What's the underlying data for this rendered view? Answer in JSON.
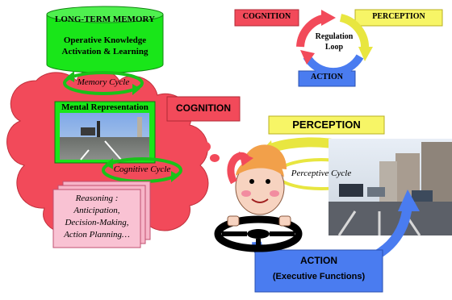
{
  "long_term_memory": {
    "title": "LONG-TERM MEMORY",
    "line1": "Operative Knowledge",
    "line2": "Activation & Learning"
  },
  "memory_cycle": "Memory Cycle",
  "mental_representation": "Mental Representation",
  "cognitive_cycle": "Cognitive Cycle",
  "reasoning": {
    "line1": "Reasoning :",
    "line2": "Anticipation,",
    "line3": "Decision-Making,",
    "line4": "Action Planning…"
  },
  "cognition_label": "COGNITION",
  "perception_label": "PERCEPTION",
  "perceptive_cycle": "Perceptive Cycle",
  "action": {
    "line1": "ACTION",
    "line2": "(Executive Functions)"
  },
  "regulation_loop": {
    "cognition": "COGNITION",
    "perception": "PERCEPTION",
    "action": "ACTION",
    "center_line1": "Regulation",
    "center_line2": "Loop"
  },
  "colors": {
    "cognition_red": "#f24a5a",
    "cloud": "#f24a5a",
    "memory_green": "#19e619",
    "perception_yellow": "#f7f566",
    "action_blue": "#4a7cf0"
  }
}
